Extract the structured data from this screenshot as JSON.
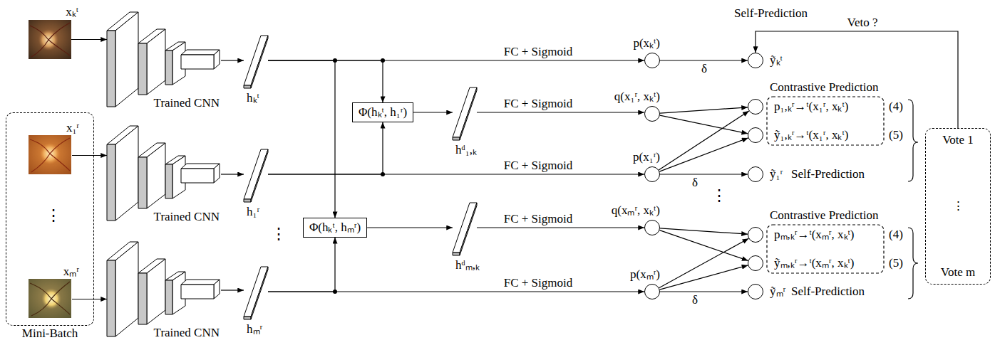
{
  "diagram": {
    "nodes": [
      {
        "text": [
          "xₖᵗ"
        ]
      },
      {
        "text": [
          "Mini-Batch"
        ]
      },
      {
        "text": [
          "x₁ʳ"
        ],
        "in": 1
      },
      {
        "text": [
          "xₘʳ"
        ],
        "in": 1
      },
      {
        "text": [
          "Trained CNN"
        ]
      },
      {
        "text": [
          "Trained CNN"
        ]
      },
      {
        "text": [
          "Trained CNN"
        ]
      },
      {
        "text": [
          "hₖᵗ"
        ]
      },
      {
        "text": [
          "h₁ʳ"
        ]
      },
      {
        "text": [
          "hₘʳ"
        ]
      },
      {
        "text": [
          "Φ(hₖᵗ, h₁ʳ)"
        ]
      },
      {
        "text": [
          "Φ(hₖᵗ, hₘʳ)"
        ]
      },
      {
        "text": [
          "hᵈ₁,ₖ"
        ]
      },
      {
        "text": [
          "hᵈₘ,ₖ"
        ]
      },
      {
        "text": [
          "p(xₖᵗ)"
        ]
      },
      {
        "text": [
          "q(x₁ʳ, xₖᵗ)"
        ]
      },
      {
        "text": [
          "p(x₁ʳ)"
        ]
      },
      {
        "text": [
          "q(xₘʳ, xₖᵗ)"
        ]
      },
      {
        "text": [
          "p(xₘʳ)"
        ]
      },
      {
        "text": [
          "Self-Prediction",
          "ỹₖᵗ"
        ]
      },
      {
        "text": [
          "p₁,ₖʳ→ᵗ(x₁ʳ, xₖᵗ)",
          "(4)"
        ]
      },
      {
        "text": [
          "ỹ₁,ₖʳ→ᵗ(x₁ʳ, xₖᵗ)",
          "(5)"
        ]
      },
      {
        "text": [
          "ỹ₁ʳ",
          "Self-Prediction"
        ]
      },
      {
        "text": [
          "pₘ,ₖʳ→ᵗ(xₘʳ, xₖᵗ)",
          "(4)"
        ]
      },
      {
        "text": [
          "ỹₘ,ₖʳ→ᵗ(xₘʳ, xₖᵗ)",
          "(5)"
        ]
      },
      {
        "text": [
          "ỹₘʳ",
          "Self-Prediction"
        ]
      },
      {
        "text": [
          "Vote 1",
          "⋮",
          "Vote m"
        ]
      }
    ],
    "edges": [
      {
        "from": 0,
        "to": 4,
        "arrow": "to"
      },
      {
        "from": 2,
        "to": 5,
        "arrow": "to"
      },
      {
        "from": 3,
        "to": 6,
        "arrow": "to"
      },
      {
        "from": 4,
        "to": 7,
        "arrow": "to"
      },
      {
        "from": 5,
        "to": 8,
        "arrow": "to"
      },
      {
        "from": 6,
        "to": 9,
        "arrow": "to"
      },
      {
        "from": 7,
        "to": 14,
        "label": "FC + Sigmoid",
        "arrow": "to"
      },
      {
        "from": 7,
        "to": 10,
        "arrow": "to"
      },
      {
        "from": 8,
        "to": 10,
        "arrow": "to"
      },
      {
        "from": 7,
        "to": 11,
        "arrow": "to"
      },
      {
        "from": 9,
        "to": 11,
        "arrow": "to"
      },
      {
        "from": 10,
        "to": 12,
        "arrow": "to"
      },
      {
        "from": 11,
        "to": 13,
        "arrow": "to"
      },
      {
        "from": 12,
        "to": 15,
        "label": "FC + Sigmoid",
        "arrow": "to"
      },
      {
        "from": 8,
        "to": 16,
        "label": "FC + Sigmoid",
        "arrow": "to"
      },
      {
        "from": 13,
        "to": 17,
        "label": "FC + Sigmoid",
        "arrow": "to"
      },
      {
        "from": 9,
        "to": 18,
        "label": "FC + Sigmoid",
        "arrow": "to"
      },
      {
        "from": 14,
        "to": 19,
        "label": "δ",
        "arrow": "to"
      },
      {
        "from": 15,
        "to": 20,
        "arrow": "to"
      },
      {
        "from": 15,
        "to": 21,
        "arrow": "to"
      },
      {
        "from": 16,
        "to": 20,
        "arrow": "to"
      },
      {
        "from": 16,
        "to": 21,
        "arrow": "to"
      },
      {
        "from": 16,
        "to": 22,
        "label": "δ",
        "arrow": "to"
      },
      {
        "from": 17,
        "to": 23,
        "arrow": "to"
      },
      {
        "from": 17,
        "to": 24,
        "arrow": "to"
      },
      {
        "from": 18,
        "to": 23,
        "arrow": "to"
      },
      {
        "from": 18,
        "to": 24,
        "arrow": "to"
      },
      {
        "from": 18,
        "to": 25,
        "label": "δ",
        "arrow": "to"
      },
      {
        "from": 26,
        "to": 19,
        "label": "Veto ?",
        "arrow": "to"
      }
    ],
    "labels": [
      "⋮",
      "⋮",
      "⋮",
      "Contrastive Prediction",
      "Contrastive Prediction"
    ]
  }
}
